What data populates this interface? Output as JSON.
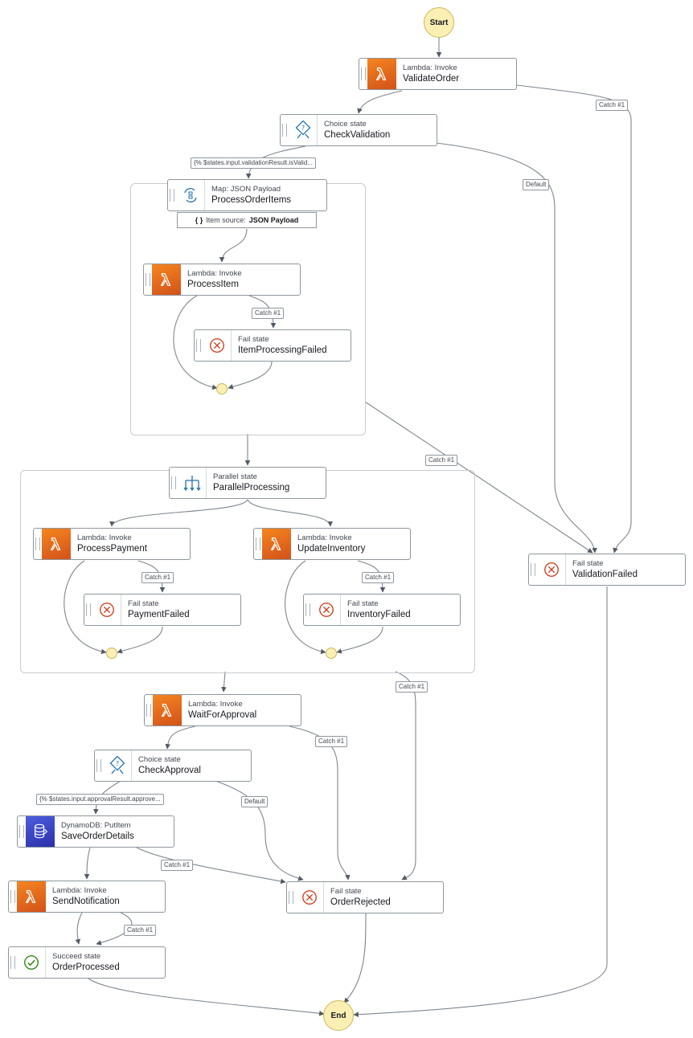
{
  "terminals": {
    "start": "Start",
    "end": "End"
  },
  "groups": {
    "map_item_source_prefix": "{ }",
    "map_item_source_label": "Item source:",
    "map_item_source_value": "JSON Payload"
  },
  "nodes": {
    "validate_order": {
      "type": "Lambda: Invoke",
      "name": "ValidateOrder",
      "icon": "lambda-icon"
    },
    "check_validation": {
      "type": "Choice state",
      "name": "CheckValidation",
      "icon": "choice-icon"
    },
    "process_order_items": {
      "type": "Map: JSON Payload",
      "name": "ProcessOrderItems",
      "icon": "map-icon"
    },
    "process_item": {
      "type": "Lambda: Invoke",
      "name": "ProcessItem",
      "icon": "lambda-icon"
    },
    "item_processing_failed": {
      "type": "Fail state",
      "name": "ItemProcessingFailed",
      "icon": "fail-icon"
    },
    "parallel_processing": {
      "type": "Parallel state",
      "name": "ParallelProcessing",
      "icon": "parallel-icon"
    },
    "process_payment": {
      "type": "Lambda: Invoke",
      "name": "ProcessPayment",
      "icon": "lambda-icon"
    },
    "payment_failed": {
      "type": "Fail state",
      "name": "PaymentFailed",
      "icon": "fail-icon"
    },
    "update_inventory": {
      "type": "Lambda: Invoke",
      "name": "UpdateInventory",
      "icon": "lambda-icon"
    },
    "inventory_failed": {
      "type": "Fail state",
      "name": "InventoryFailed",
      "icon": "fail-icon"
    },
    "validation_failed": {
      "type": "Fail state",
      "name": "ValidationFailed",
      "icon": "fail-icon"
    },
    "wait_for_approval": {
      "type": "Lambda: Invoke",
      "name": "WaitForApproval",
      "icon": "lambda-icon"
    },
    "check_approval": {
      "type": "Choice state",
      "name": "CheckApproval",
      "icon": "choice-icon"
    },
    "save_order_details": {
      "type": "DynamoDB: PutItem",
      "name": "SaveOrderDetails",
      "icon": "dynamodb-icon"
    },
    "send_notification": {
      "type": "Lambda: Invoke",
      "name": "SendNotification",
      "icon": "lambda-icon"
    },
    "order_rejected": {
      "type": "Fail state",
      "name": "OrderRejected",
      "icon": "fail-icon"
    },
    "order_processed": {
      "type": "Succeed state",
      "name": "OrderProcessed",
      "icon": "succeed-icon"
    }
  },
  "edge_labels": {
    "validate_catch": "Catch #1",
    "validation_condition": "{% $states.input.validationResult.isValid...",
    "validation_default": "Default",
    "process_item_catch": "Catch #1",
    "map_catch": "Catch #1",
    "payment_catch": "Catch #1",
    "inventory_catch": "Catch #1",
    "parallel_catch": "Catch #1",
    "approval_wait_catch": "Catch #1",
    "approval_condition": "{% $states.input.approvalResult.approve...",
    "approval_default": "Default",
    "save_catch": "Catch #1",
    "notify_catch": "Catch #1"
  },
  "colors": {
    "lambda": "#e8701c",
    "dynamodb": "#3b48cc",
    "fail": "#d13212",
    "succeed": "#1d8102",
    "terminal": "#fcefb4",
    "edge": "#545b64"
  }
}
